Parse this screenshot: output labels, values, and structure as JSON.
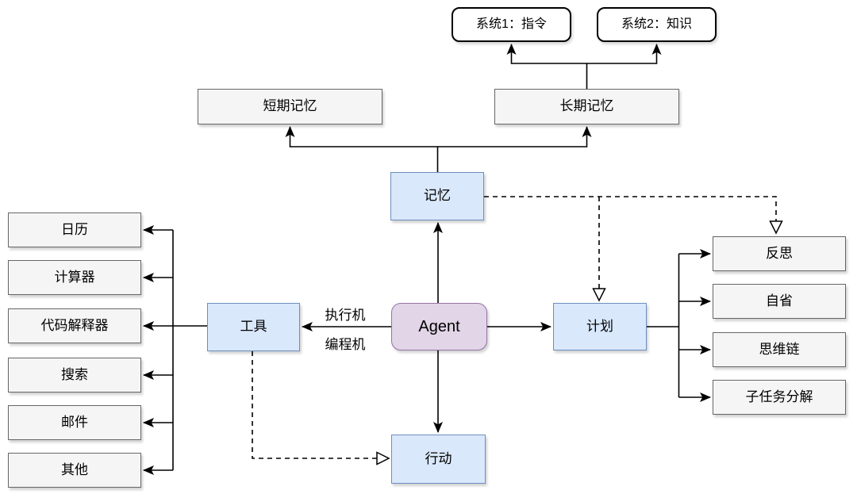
{
  "diagram": {
    "type": "flowchart",
    "language": "zh-CN",
    "nodes": {
      "system1": "系统1：指令",
      "system2": "系统2：知识",
      "short_term_memory": "短期记忆",
      "long_term_memory": "长期记忆",
      "memory": "记忆",
      "agent": "Agent",
      "tools": "工具",
      "planning": "计划",
      "action": "行动"
    },
    "tool_items": [
      "日历",
      "计算器",
      "代码解释器",
      "搜索",
      "邮件",
      "其他"
    ],
    "planning_items": [
      "反思",
      "自省",
      "思维链",
      "子任务分解"
    ],
    "edge_labels": {
      "tools_edge_top": "执行机",
      "tools_edge_bottom": "编程机"
    },
    "colors": {
      "node_blue_fill": "#dae8fc",
      "node_blue_border": "#6c8ebf",
      "node_purple_fill": "#e1d5e7",
      "node_purple_border": "#9673a6",
      "node_gray_fill": "#f5f5f5",
      "node_gray_border": "#666666",
      "node_white_fill": "#ffffff",
      "node_white_border": "#000000",
      "connector": "#000000",
      "background": "#ffffff"
    }
  }
}
